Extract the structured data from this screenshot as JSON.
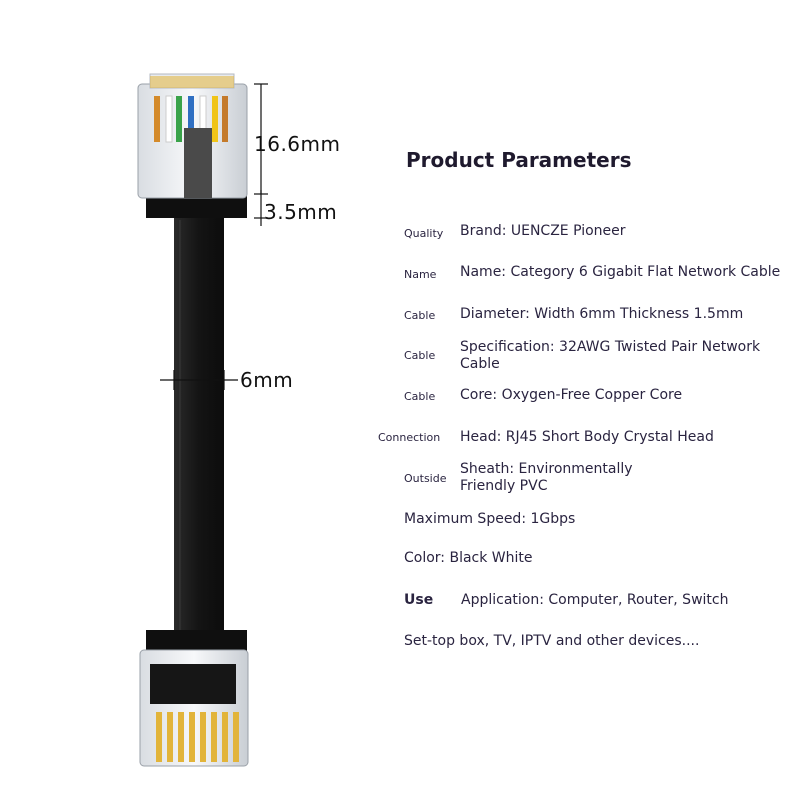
{
  "dimensions": {
    "head_length": "16.6mm",
    "boot_length": "3.5mm",
    "cable_width": "6mm"
  },
  "title": "Product Parameters",
  "params": [
    {
      "label": "Quality",
      "value": "Brand: UENCZE Pioneer"
    },
    {
      "label": "Name",
      "value": "Name: Category 6 Gigabit Flat Network Cable"
    },
    {
      "label": "Cable",
      "value": "Diameter: Width 6mm Thickness 1.5mm"
    },
    {
      "label": "Cable",
      "value_line1": "Specification: 32AWG Twisted Pair Network",
      "value_line2": "Cable"
    },
    {
      "label": "Cable",
      "value": "Core: Oxygen-Free Copper Core"
    },
    {
      "label": "Connection",
      "value": "Head: RJ45 Short Body Crystal Head"
    },
    {
      "label": "Outside",
      "value_line1": "Sheath: Environmentally",
      "value_line2": "Friendly PVC"
    }
  ],
  "max_speed": "Maximum Speed: 1Gbps",
  "color": "Color: Black White",
  "use": {
    "label": "Use",
    "value": "Application: Computer, Router, Switch",
    "more": "Set-top box, TV, IPTV and other devices...."
  },
  "colors": {
    "cable": "#161616",
    "text": "#2a2440",
    "gold": "#e2b43a"
  }
}
